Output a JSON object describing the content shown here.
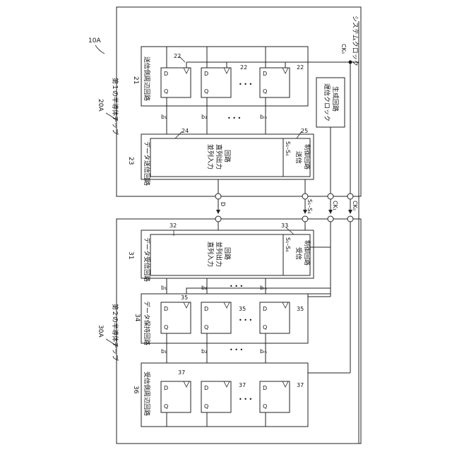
{
  "labels": {
    "fig_ref": "10A",
    "sys_clock": "システムクロック",
    "ck0_top": "CK₀",
    "chip1_ref": "20A",
    "chip1_name": "第１の半導体チップ",
    "tx_periph_ref": "21",
    "tx_periph_name": "送信側周辺回路",
    "ff_ref_22": "22",
    "b1": "b₁",
    "b2": "b₂",
    "bm": "bₘ",
    "ref_24": "24",
    "ref_25": "25",
    "ref_23": "23",
    "data_tx_name": "データ送信回路",
    "ps_line1": "並列入力",
    "ps_line2": "直列出力",
    "ps_line3": "回路",
    "s1s4": "S₁–S₄",
    "tx_ctrl1": "送信",
    "tx_ctrl2": "制御回路",
    "clkgen1": "遅信クロック",
    "clkgen2": "生成回路",
    "d_label": "D",
    "s1s4_bus": "S₁–S₄",
    "ck1": "CK₁",
    "ck0": "CK₀",
    "ref_32": "32",
    "ref_33": "33",
    "ref_31": "31",
    "data_rx_name": "データ受信回路",
    "sp_line1": "直列入力",
    "sp_line2": "並列出力",
    "sp_line3": "回路",
    "rx_ctrl1": "受信",
    "rx_ctrl2": "制御回路",
    "chip2_ref": "30A",
    "chip2_name": "第２の半導体チップ",
    "hold_ref": "34",
    "hold_name": "データ保持回路",
    "ff_ref_35": "35",
    "rx_periph_ref": "36",
    "rx_periph_name": "受信側周辺回路",
    "ff_ref_37": "37",
    "pin_d": "D",
    "pin_q": "Q",
    "ellipsis": "• • •"
  }
}
